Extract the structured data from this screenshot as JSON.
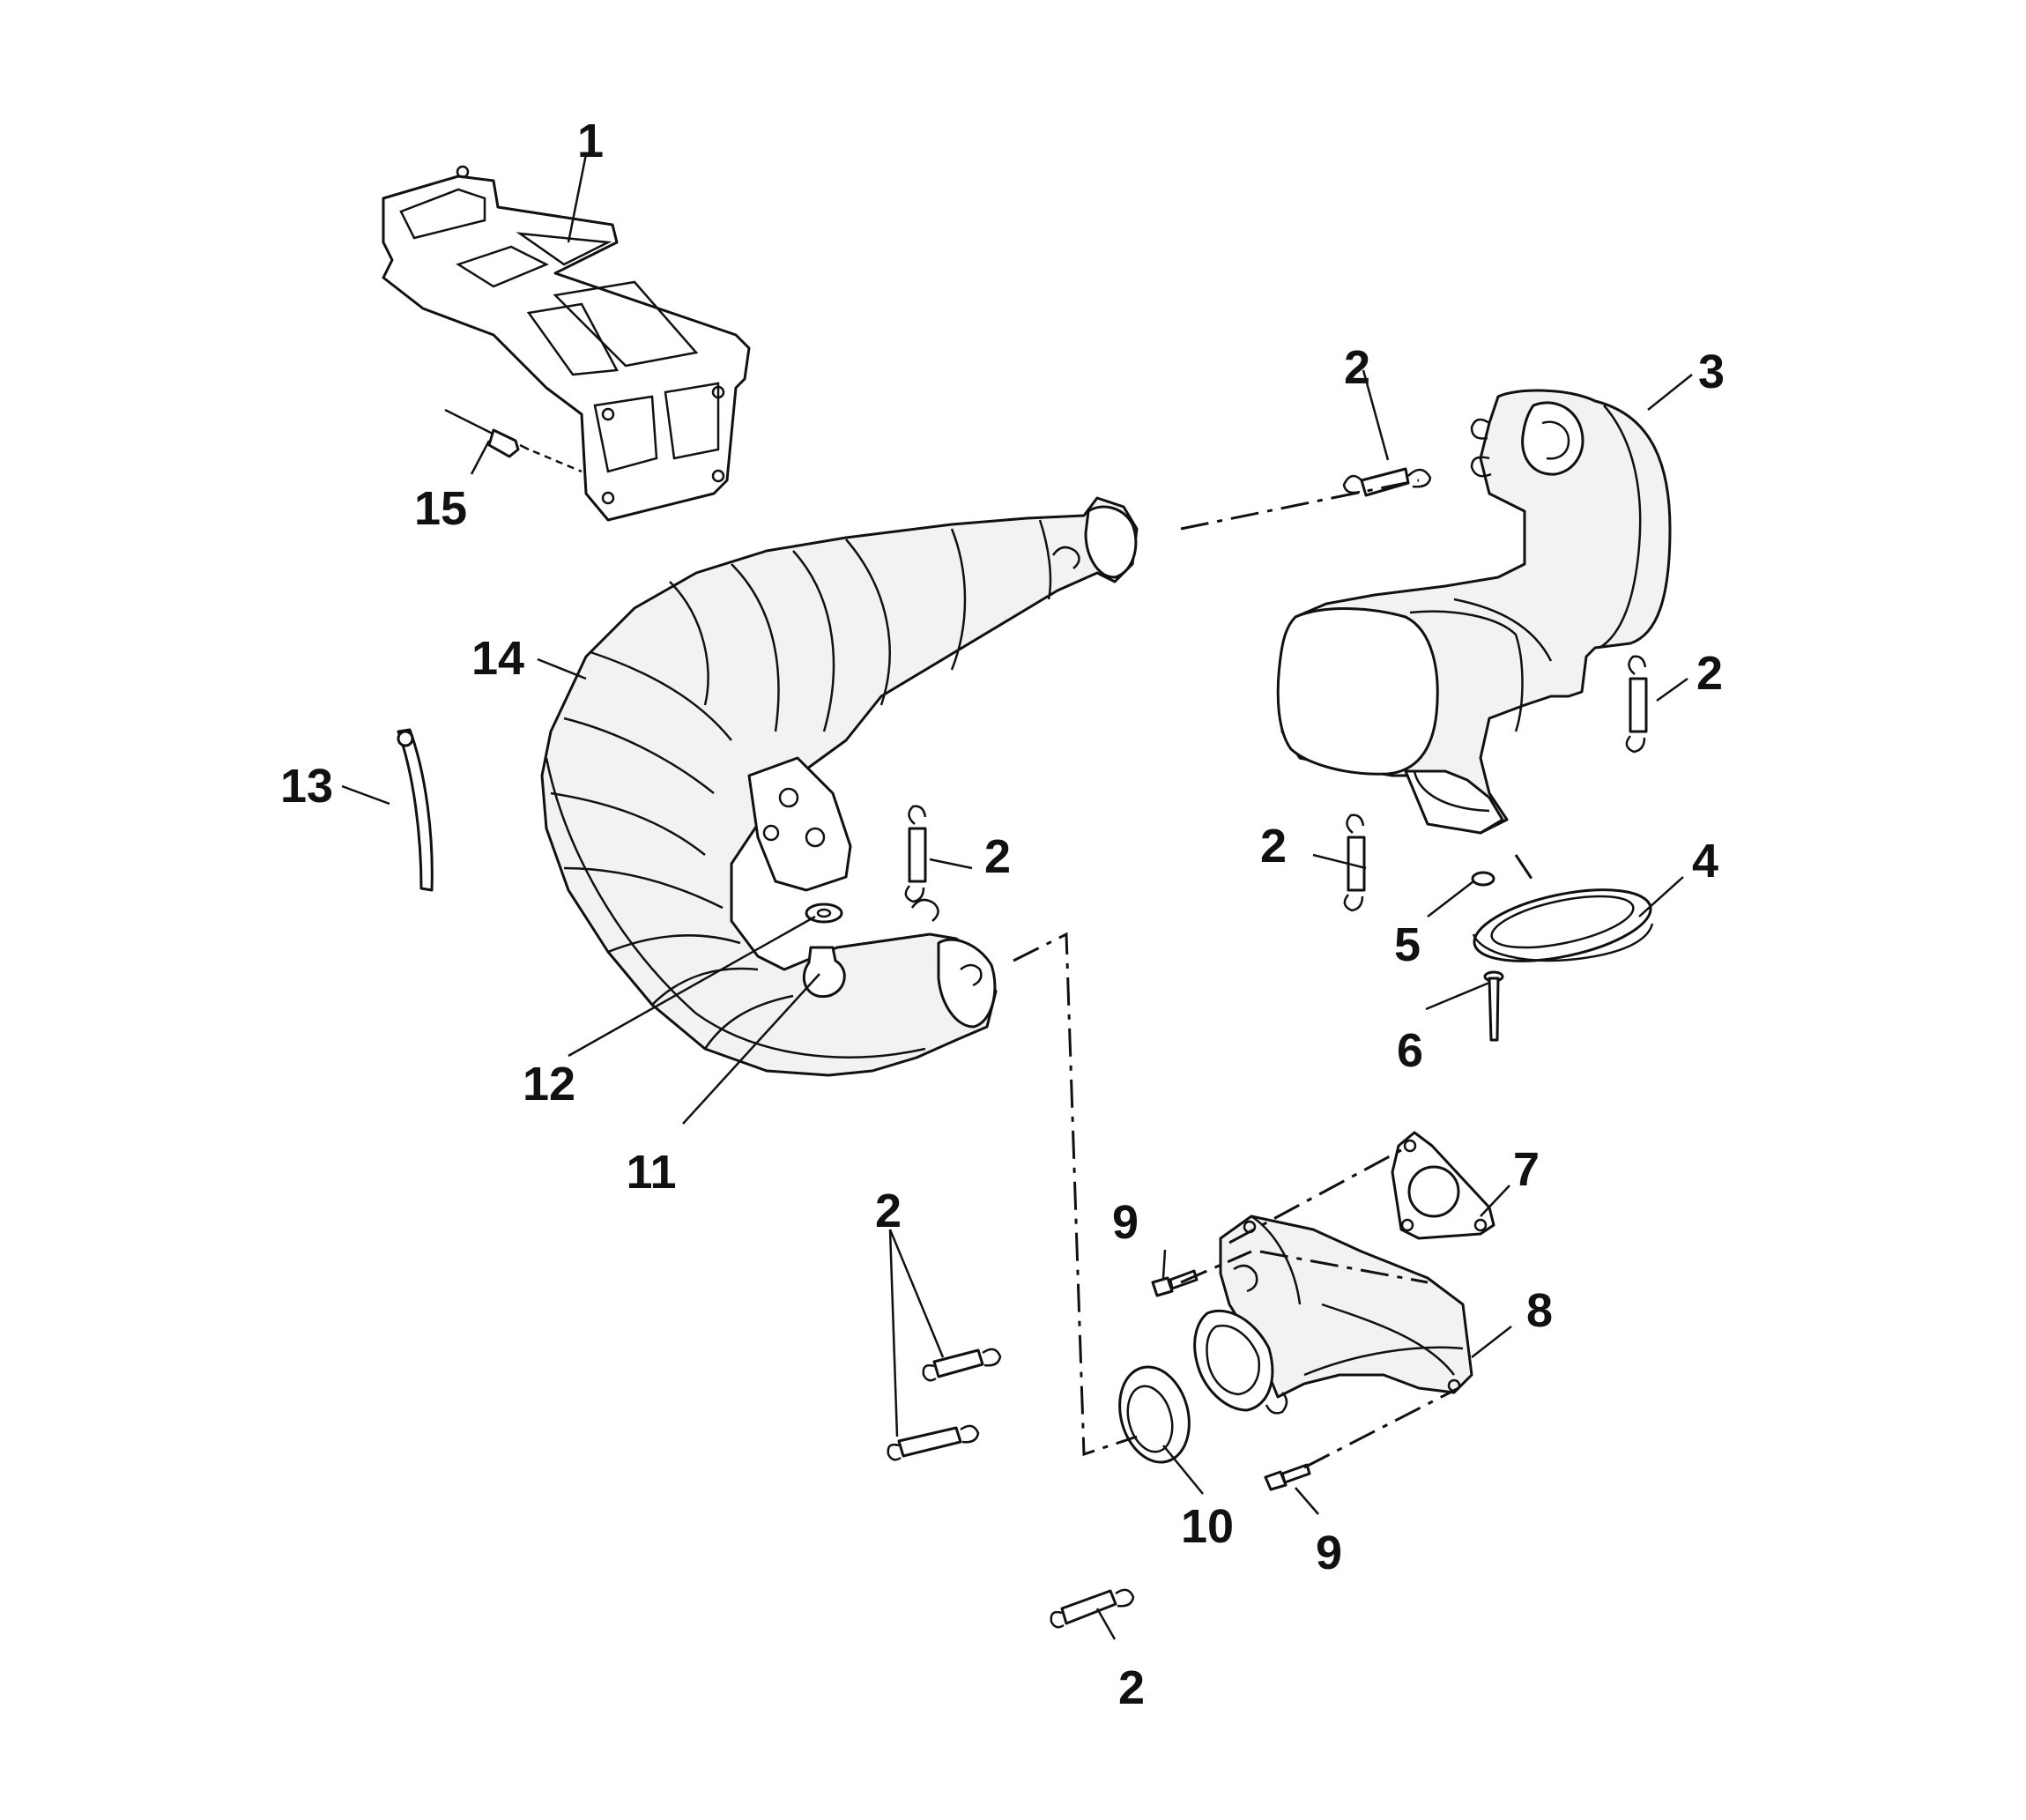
{
  "colors": {
    "ink": "#111111",
    "background": "#ffffff",
    "shade": "#f2f2f2"
  },
  "callouts": {
    "c1": "1",
    "c2a": "2",
    "c2b": "2",
    "c2c": "2",
    "c2d": "2",
    "c2e": "2",
    "c2f": "2",
    "c3": "3",
    "c4": "4",
    "c5": "5",
    "c6": "6",
    "c7": "7",
    "c8": "8",
    "c9a": "9",
    "c9b": "9",
    "c10": "10",
    "c11": "11",
    "c12": "12",
    "c13": "13",
    "c14": "14",
    "c15": "15"
  }
}
